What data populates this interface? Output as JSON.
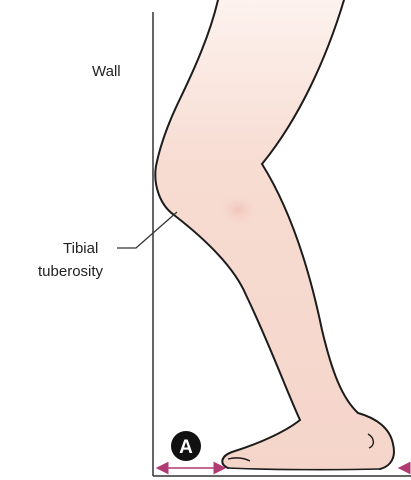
{
  "labels": {
    "wall": "Wall",
    "tibial_line1": "Tibial",
    "tibial_line2": "tuberosity",
    "marker": "A"
  },
  "colors": {
    "skin": "#f7dcd2",
    "skin_shade": "#f0c8be",
    "skin_highlight": "#fdf2ee",
    "outline": "#1c1c1c",
    "wall": "#333333",
    "measure": "#b03a72",
    "marker_fill": "#111111",
    "marker_text": "#ffffff"
  },
  "icons": {
    "marker": "circled-letter-icon",
    "arrows": "double-headed-arrow-icon"
  }
}
